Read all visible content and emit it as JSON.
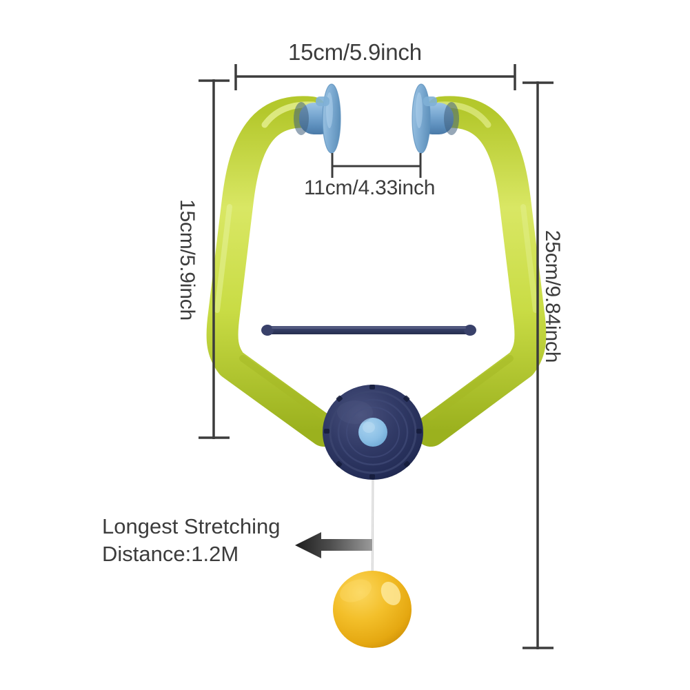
{
  "diagram": {
    "title": "Arm exerciser dimension diagram",
    "background_color": "#ffffff",
    "text_color": "#3c3c3c"
  },
  "dimensions": {
    "top_width": "15cm/5.9inch",
    "inner_grip_span": "11cm/4.33inch",
    "frame_height": "15cm/5.9inch",
    "total_height": "25cm/9.84inch"
  },
  "annotation": {
    "line1": "Longest Stretching",
    "line2": "Distance:1.2M",
    "arrow": "arrow-left-icon"
  },
  "product": {
    "frame_color": "#c6d93f",
    "frame_shadow_color": "#8fa02a",
    "grip_color": "#6ea3cf",
    "grip_dark_color": "#4b7fae",
    "hub_color": "#2b3560",
    "hub_cap_color": "#8ec0e4",
    "crossbar_color": "#3a4268",
    "ball_color": "#f0b519",
    "ball_highlight_color": "#ffe694",
    "cord_color": "#c9c9c9",
    "parts": [
      "left-grip",
      "right-grip",
      "green-frame",
      "crossbar",
      "hub-reel",
      "cord",
      "ball"
    ]
  }
}
